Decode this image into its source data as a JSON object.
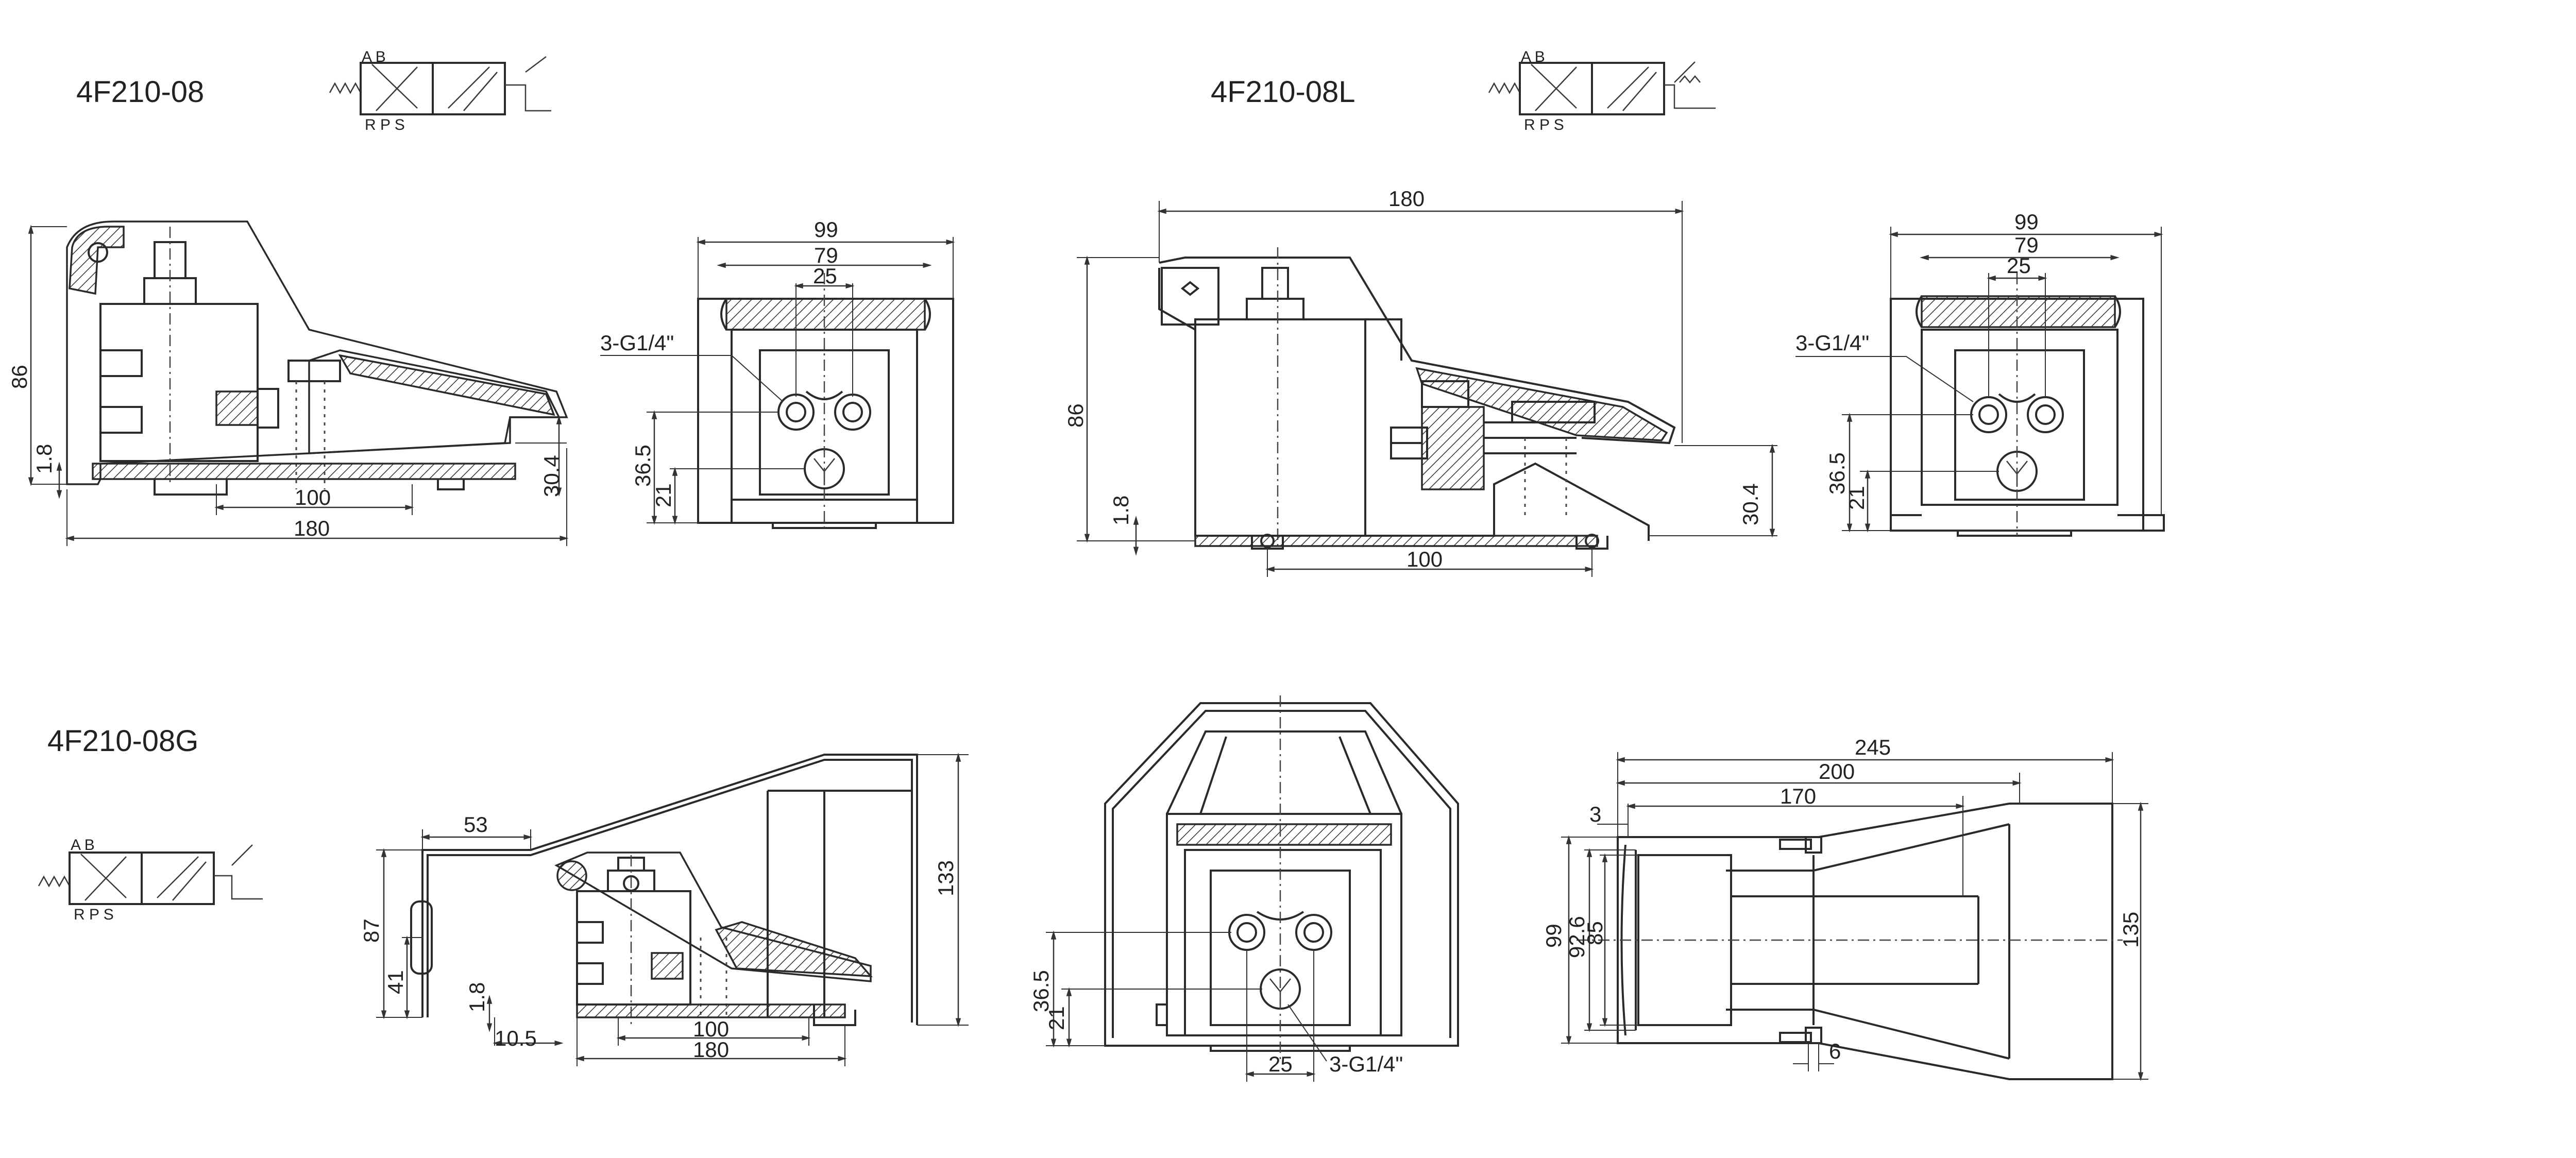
{
  "models": {
    "std": {
      "name": "4F210-08",
      "ports_top": "A B",
      "ports_bottom": "R P S"
    },
    "lock": {
      "name": "4F210-08L",
      "ports_top": "A B",
      "ports_bottom": "R P S"
    },
    "guard": {
      "name": "4F210-08G",
      "ports_top": "A B",
      "ports_bottom": "R P S"
    }
  },
  "std_side": {
    "height": "86",
    "clearance": "1.8",
    "pedal_height": "30.4",
    "hole_span": "100",
    "length": "180"
  },
  "std_front": {
    "width": "99",
    "inner_width": "79",
    "port_pitch": "25",
    "thread": "3-G1/4\"",
    "port_height": "36.5",
    "center_height": "21"
  },
  "lock_side": {
    "length": "180",
    "height": "86",
    "clearance": "1.8",
    "pedal_height": "30.4",
    "hole_span": "100"
  },
  "lock_front": {
    "width": "99",
    "inner_width": "79",
    "port_pitch": "25",
    "thread": "3-G1/4\"",
    "port_height": "36.5",
    "center_height": "21"
  },
  "guard_side": {
    "guard_offset": "53",
    "height": "87",
    "handle_height": "41",
    "clearance": "1.8",
    "edge_offset": "10.5",
    "hole_span": "100",
    "length": "180",
    "guard_height": "133"
  },
  "guard_front": {
    "port_height": "36.5",
    "center_height": "21",
    "port_pitch": "25",
    "thread": "3-G1/4\""
  },
  "guard_top": {
    "total_length": "245",
    "length_200": "200",
    "length_170": "170",
    "offset_3": "3",
    "width_99": "99",
    "width_92_6": "92.6",
    "width_85": "85",
    "guard_width": "135",
    "foot_gap": "6"
  }
}
